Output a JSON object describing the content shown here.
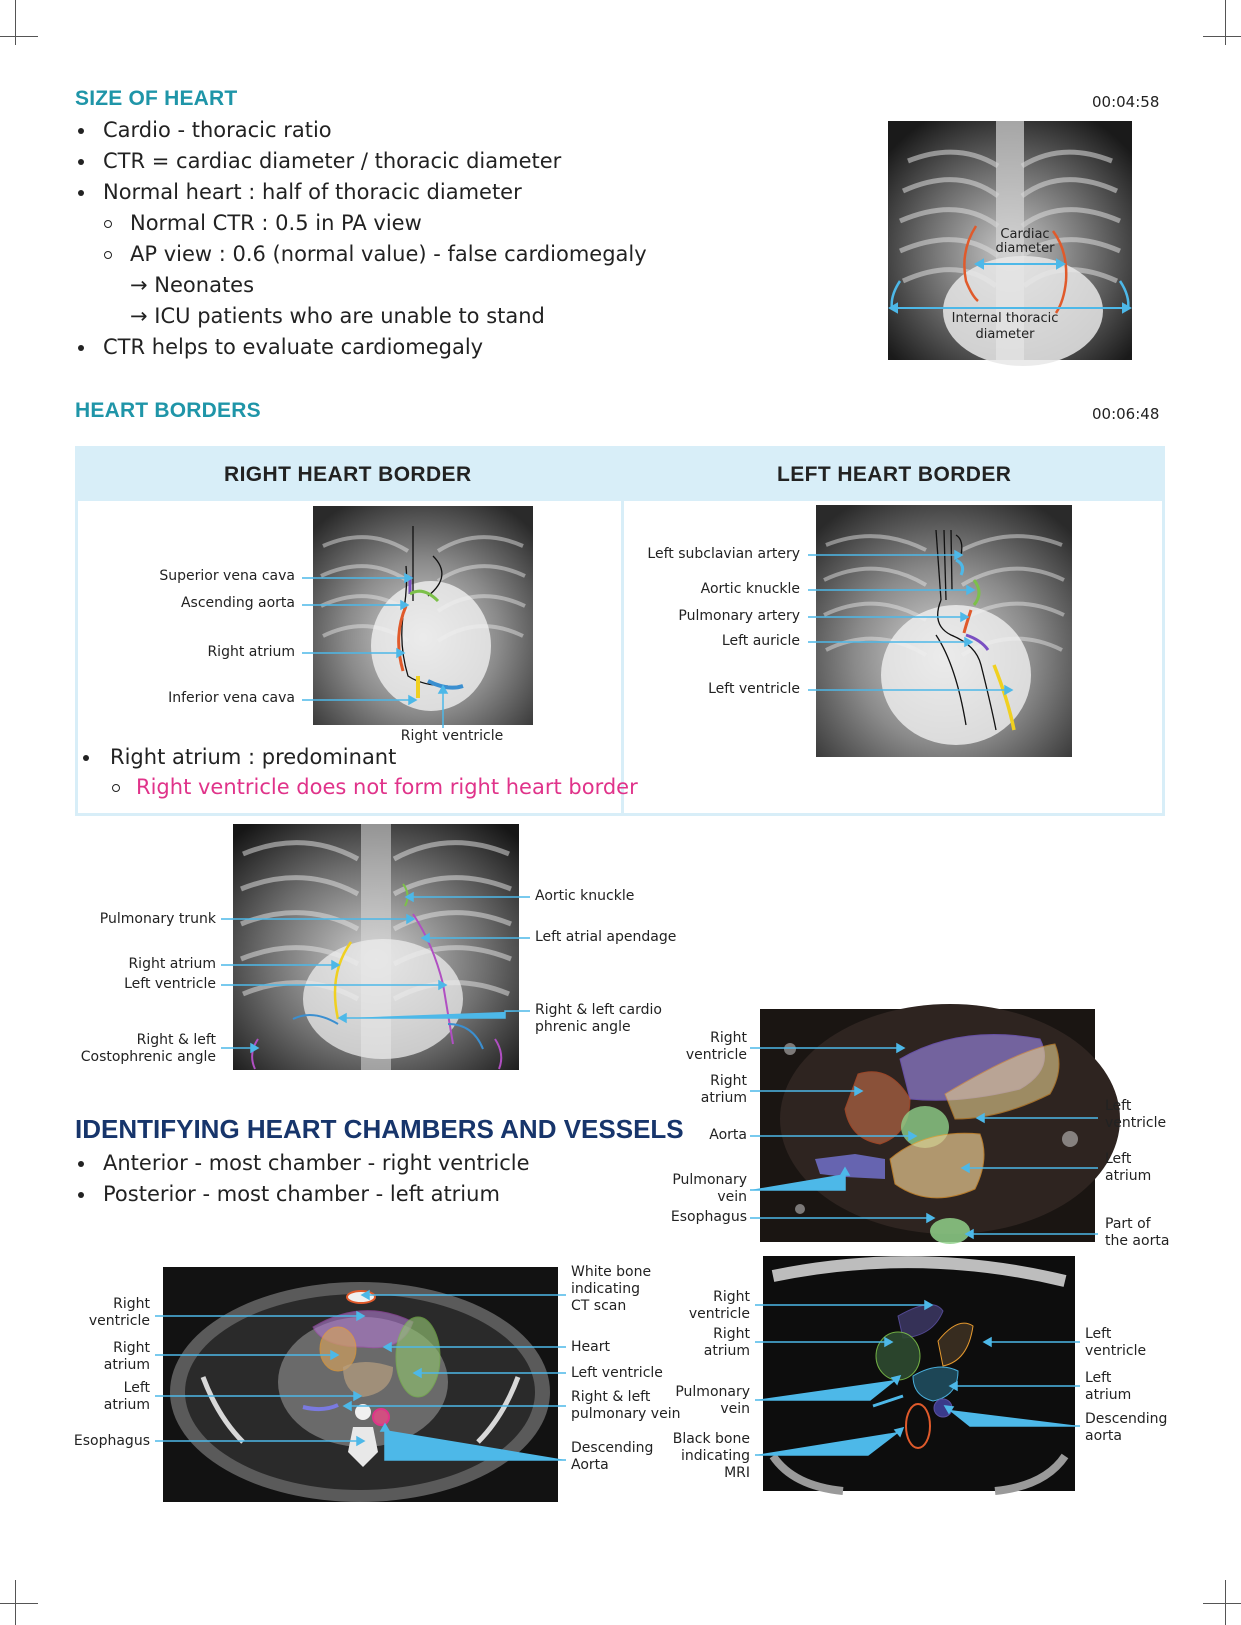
{
  "size_section": {
    "title": "SIZE OF HEART",
    "timestamp": "00:04:58",
    "bullets": [
      "Cardio - thoracic ratio",
      "CTR = cardiac diameter / thoracic diameter",
      "Normal heart : half of thoracic diameter"
    ],
    "sub_bullets": [
      "Normal CTR : 0.5 in PA view",
      "AP view : 0.6 (normal value) - false cardiomegaly"
    ],
    "arrow_items": [
      "Neonates",
      "ICU patients who are unable to stand"
    ],
    "arrow_symbol": "→",
    "last_bullet": "CTR helps to evaluate cardiomegaly",
    "xray_labels": {
      "cardiac": "Cardiac\ndiameter",
      "thoracic": "Internal thoracic\ndiameter"
    }
  },
  "borders_section": {
    "title": "HEART BORDERS",
    "timestamp": "00:06:48",
    "right_header": "RIGHT HEART BORDER",
    "left_header": "LEFT HEART BORDER",
    "right_labels": [
      "Superior vena cava",
      "Ascending aorta",
      "Right atrium",
      "Inferior vena cava",
      "Right ventricle"
    ],
    "left_labels": [
      "Left subclavian artery",
      "Aortic knuckle",
      "Pulmonary artery",
      "Left auricle",
      "Left ventricle"
    ],
    "bullet": "Right atrium : predominant",
    "sub_bullet": "Right ventricle does not form right heart border",
    "colors": {
      "header_bg": "#d8eef8",
      "highlight": "#e0338a",
      "arrow": "#4db8e8"
    }
  },
  "pa_xray": {
    "left_labels": [
      "Pulmonary trunk",
      "Right atrium",
      "Left ventricle",
      "Right & left\nCostophrenic angle"
    ],
    "right_labels": [
      "Aortic knuckle",
      "Left atrial apendage",
      "Right & left cardio\nphrenic angle"
    ]
  },
  "chambers_section": {
    "title": "IDENTIFYING HEART CHAMBERS AND VESSELS",
    "bullets": [
      "Anterior - most chamber - right ventricle",
      "Posterior - most chamber - left atrium"
    ]
  },
  "mri_4ch": {
    "left_labels": [
      "Right\nventricle",
      "Right\natrium",
      "Aorta",
      "Pulmonary\nvein",
      "Esophagus"
    ],
    "right_labels": [
      "Left\nventricle",
      "Left\natrium",
      "Part of\nthe aorta"
    ]
  },
  "ct_axial": {
    "left_labels": [
      "Right\nventricle",
      "Right\natrium",
      "Left\natrium",
      "Esophagus"
    ],
    "right_labels": [
      "White bone\nindicating\nCT scan",
      "Heart",
      "Left ventricle",
      "Right & left\npulmonary vein",
      "Descending\nAorta"
    ]
  },
  "mri_axial": {
    "left_labels": [
      "Right\nventricle",
      "Right\natrium",
      "Pulmonary\nvein",
      "Black bone\nindicating\nMRI"
    ],
    "right_labels": [
      "Left\nventricle",
      "Left\natrium",
      "Descending\naorta"
    ]
  }
}
